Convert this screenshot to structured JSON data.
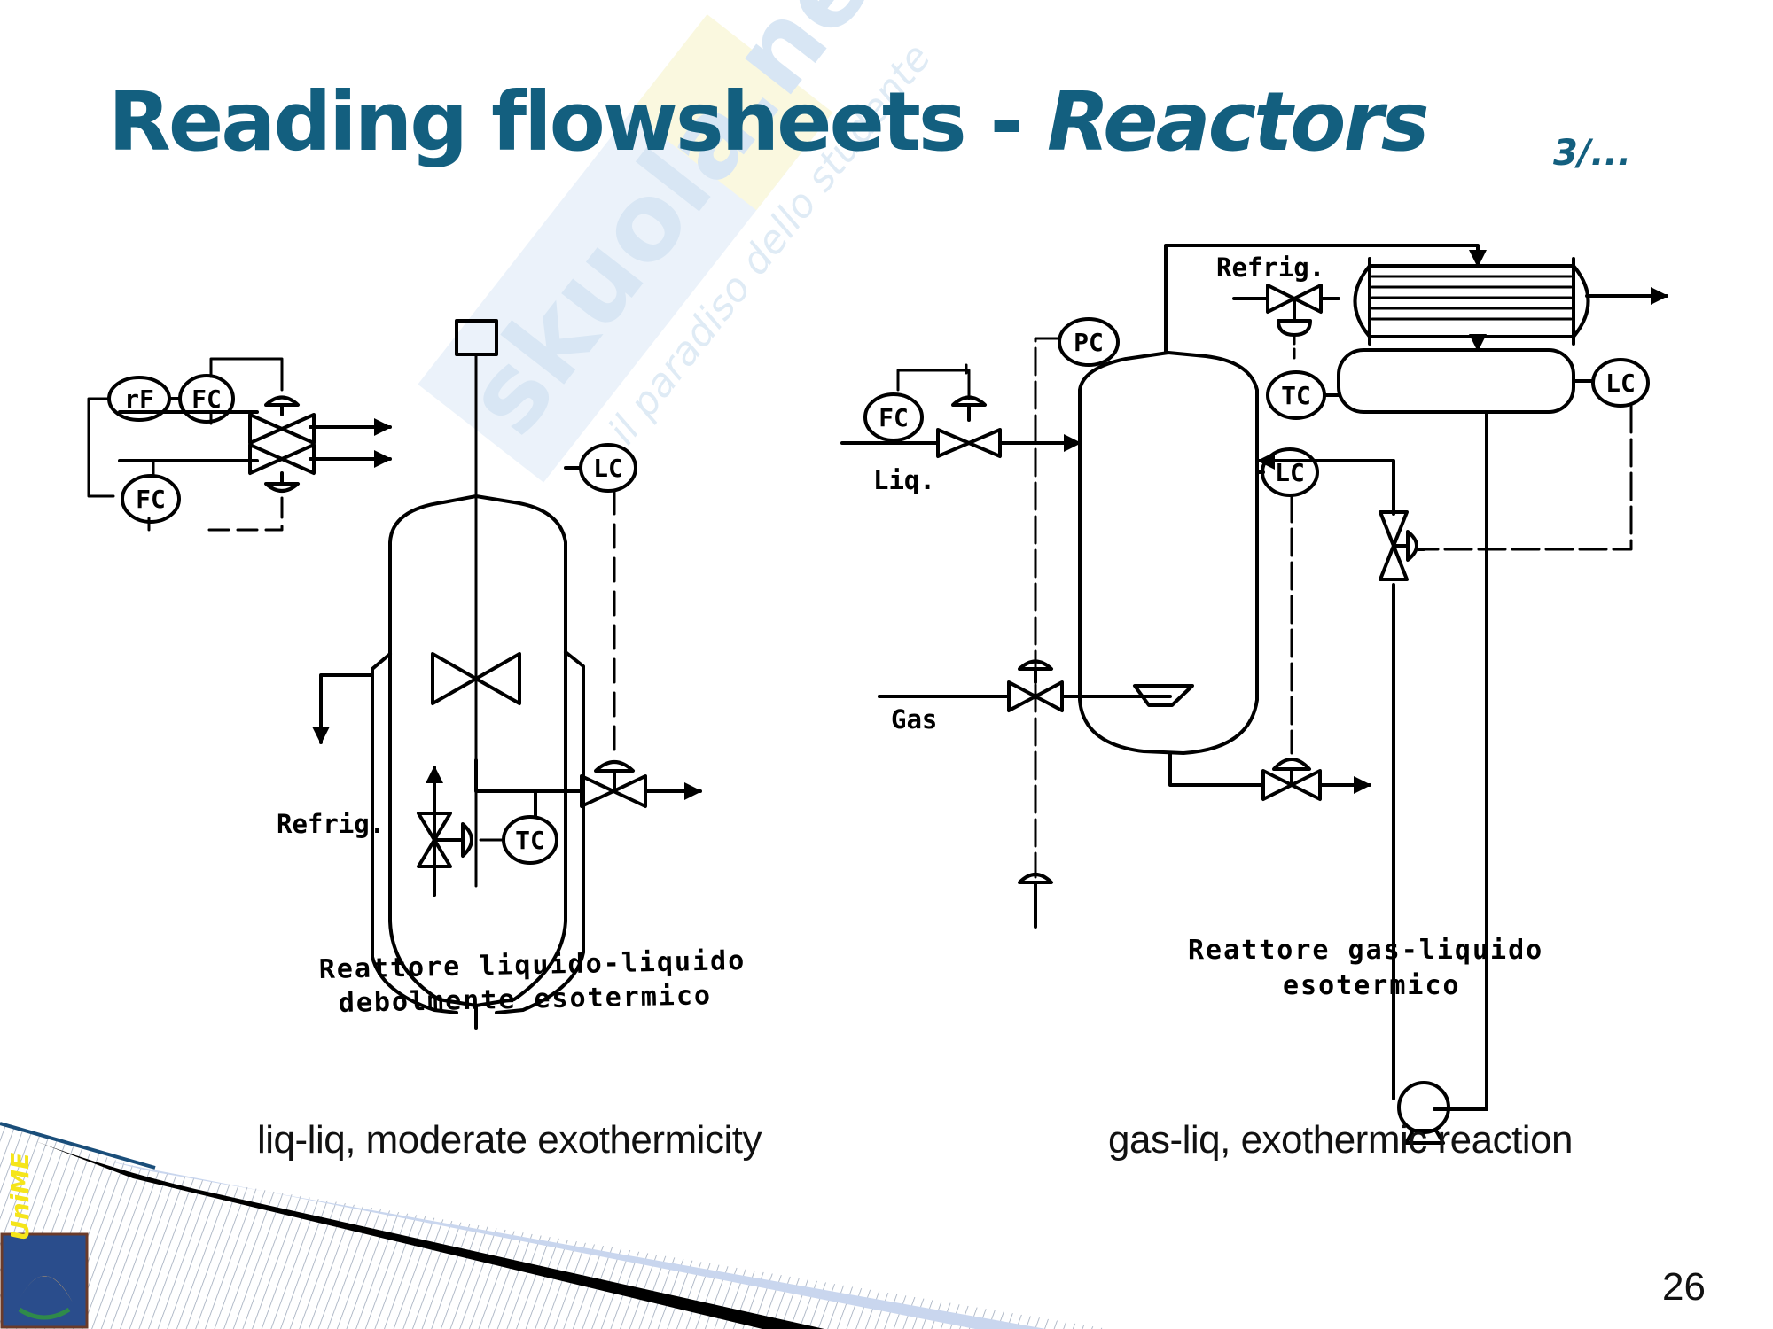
{
  "slide": {
    "title_main": "Reading flowsheets - ",
    "title_italic": "Reactors",
    "counter": "3/...",
    "page_number": "26"
  },
  "watermark": {
    "brand": "skuola.net",
    "tagline": "il paradiso dello studente"
  },
  "footer": {
    "university_label": "UniME"
  },
  "left_diagram": {
    "caption_line1": "Reattore liquido-liquido",
    "caption_line2": "debolmente  esotermico",
    "english_caption": "liq-liq, moderate exothermicity",
    "instruments": {
      "ratio": "rF",
      "flow1": "FC",
      "flow2": "FC",
      "level": "LC",
      "temp": "TC"
    },
    "labels": {
      "coolant": "Refrig."
    }
  },
  "right_diagram": {
    "caption_line1": "Reattore gas-liquido",
    "caption_line2": "esotermico",
    "english_caption": "gas-liq,  exothermic reaction",
    "instruments": {
      "pressure": "PC",
      "flow": "FC",
      "level_reactor": "LC",
      "temp": "TC",
      "level_drum": "LC"
    },
    "labels": {
      "coolant": "Refrig.",
      "liquid_feed": "Liq.",
      "gas_feed": "Gas"
    }
  },
  "colors": {
    "title": "#135f7f",
    "ink": "#000000",
    "footer_band_dark": "#000000",
    "footer_band_light": "#c9d6ee",
    "unime_yellow": "#f5e51a"
  }
}
